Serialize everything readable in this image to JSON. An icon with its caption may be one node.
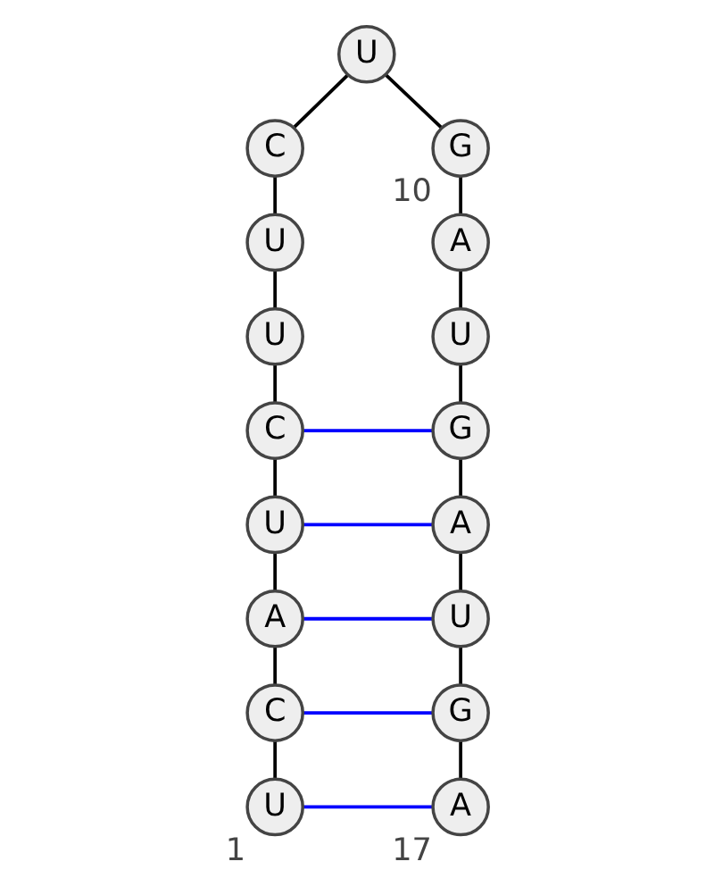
{
  "diagram": {
    "nodes": [
      {
        "text": [
          "U"
        ],
        "beside": [
          "1"
        ]
      },
      {
        "text": [
          "C"
        ]
      },
      {
        "text": [
          "A"
        ]
      },
      {
        "text": [
          "U"
        ]
      },
      {
        "text": [
          "C"
        ]
      },
      {
        "text": [
          "U"
        ]
      },
      {
        "text": [
          "U"
        ]
      },
      {
        "text": [
          "C"
        ]
      },
      {
        "text": [
          "U"
        ]
      },
      {
        "text": [
          "G"
        ],
        "beside": [
          "10"
        ]
      },
      {
        "text": [
          "A"
        ]
      },
      {
        "text": [
          "U"
        ]
      },
      {
        "text": [
          "G"
        ]
      },
      {
        "text": [
          "A"
        ]
      },
      {
        "text": [
          "U"
        ]
      },
      {
        "text": [
          "G"
        ]
      },
      {
        "text": [
          "A"
        ],
        "beside": [
          "17"
        ]
      }
    ],
    "edges": [
      {
        "from": 0,
        "to": 1,
        "arrow": "none"
      },
      {
        "from": 1,
        "to": 2,
        "arrow": "none"
      },
      {
        "from": 2,
        "to": 3,
        "arrow": "none"
      },
      {
        "from": 3,
        "to": 4,
        "arrow": "none"
      },
      {
        "from": 4,
        "to": 5,
        "arrow": "none"
      },
      {
        "from": 5,
        "to": 6,
        "arrow": "none"
      },
      {
        "from": 6,
        "to": 7,
        "arrow": "none"
      },
      {
        "from": 7,
        "to": 8,
        "arrow": "none"
      },
      {
        "from": 8,
        "to": 9,
        "arrow": "none"
      },
      {
        "from": 9,
        "to": 10,
        "arrow": "none"
      },
      {
        "from": 10,
        "to": 11,
        "arrow": "none"
      },
      {
        "from": 11,
        "to": 12,
        "arrow": "none"
      },
      {
        "from": 12,
        "to": 13,
        "arrow": "none"
      },
      {
        "from": 13,
        "to": 14,
        "arrow": "none"
      },
      {
        "from": 14,
        "to": 15,
        "arrow": "none"
      },
      {
        "from": 15,
        "to": 16,
        "arrow": "none"
      },
      {
        "from": 4,
        "to": 12,
        "arrow": "none",
        "color": "#0000ff"
      },
      {
        "from": 3,
        "to": 13,
        "arrow": "none",
        "color": "#0000ff"
      },
      {
        "from": 2,
        "to": 14,
        "arrow": "none",
        "color": "#0000ff"
      },
      {
        "from": 1,
        "to": 15,
        "arrow": "none",
        "color": "#0000ff"
      },
      {
        "from": 0,
        "to": 16,
        "arrow": "none",
        "color": "#0000ff"
      }
    ]
  }
}
